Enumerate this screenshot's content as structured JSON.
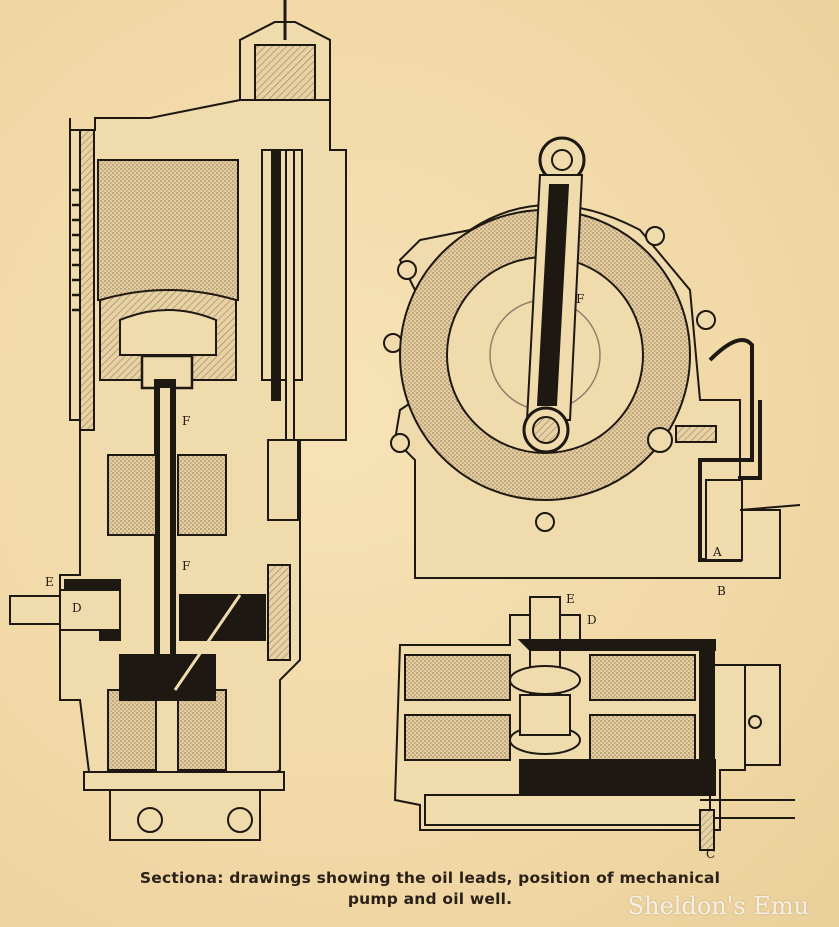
{
  "caption": {
    "line1": "Sectiona: drawings showing the oil leads, position of mechanical",
    "line2": "pump and oil well."
  },
  "watermark": {
    "text": "Sheldon's Emu",
    "logo": "emu-bird-logo"
  },
  "labels": {
    "left": {
      "f_upper": "F",
      "f_lower": "F",
      "e": "E",
      "d": "D"
    },
    "top_right": {
      "f": "F",
      "a": "A",
      "b": "B"
    },
    "bottom_right": {
      "e": "E",
      "d": "D",
      "c": "C"
    }
  },
  "colors": {
    "paper": "#f3dcac",
    "ink": "#1e1812",
    "hatch": "#9b8b76"
  }
}
